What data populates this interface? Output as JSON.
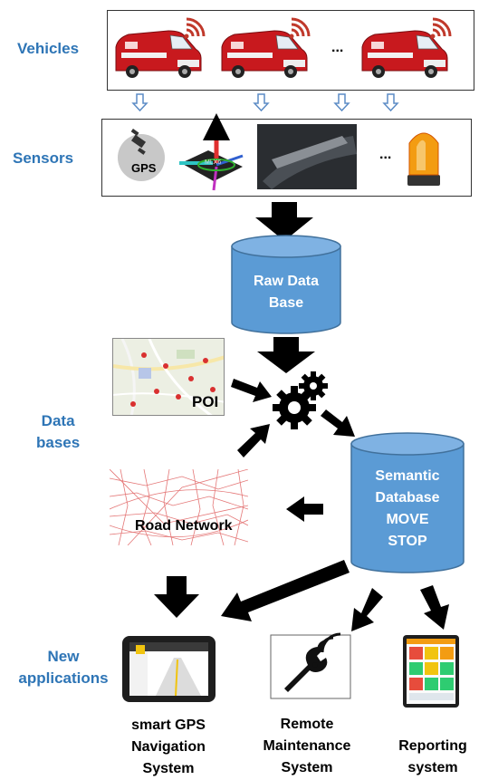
{
  "row_labels": {
    "vehicles": "Vehicles",
    "sensors": "Sensors",
    "databases_line1": "Data",
    "databases_line2": "bases",
    "apps_line1": "New",
    "apps_line2": "applications"
  },
  "vehicles": {
    "ellipsis": "..."
  },
  "sensors": {
    "gps_text": "GPS",
    "imu_chip_text": "MLX6",
    "ellipsis": "..."
  },
  "raw_db": {
    "line1": "Raw Data",
    "line2": "Base"
  },
  "poi_label": "POI",
  "road_network_label": "Road Network",
  "semantic_db": {
    "line1": "Semantic",
    "line2": "Database",
    "line3": "MOVE",
    "line4": "STOP"
  },
  "apps": {
    "gps": {
      "line1": "smart GPS",
      "line2": "Navigation",
      "line3": "System"
    },
    "maintenance": {
      "line1": "Remote",
      "line2": "Maintenance",
      "line3": "System"
    },
    "reporting": {
      "line1": "Reporting",
      "line2": "system"
    }
  },
  "colors": {
    "label_blue": "#2e75b6",
    "cylinder_blue": "#5b9bd5",
    "vehicle_red": "#c8191e",
    "wifi_red": "#c0392b"
  }
}
